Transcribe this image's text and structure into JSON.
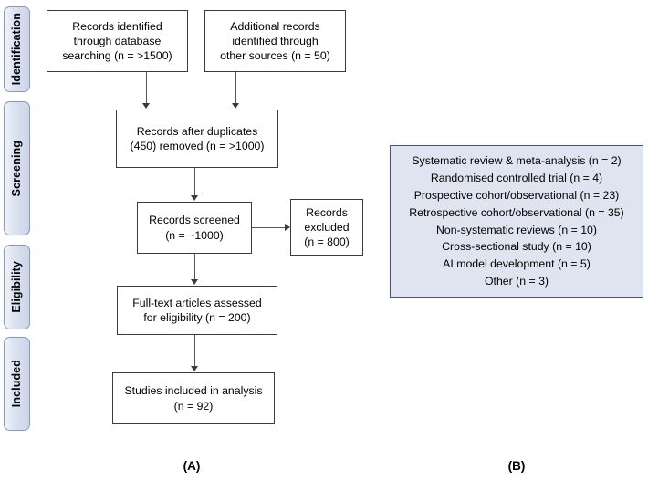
{
  "figure": {
    "type": "prisma-flow-diagram",
    "panels": [
      {
        "caption": "(A)"
      },
      {
        "caption": "(B)"
      }
    ]
  },
  "phases": [
    {
      "label": "Identification"
    },
    {
      "label": "Screening"
    },
    {
      "label": "Eligibility"
    },
    {
      "label": "Included"
    }
  ],
  "flow": {
    "identified_database": "Records identified\nthrough database\nsearching (n = >1500)",
    "identified_other": "Additional records\nidentified through\nother sources (n = 50)",
    "after_duplicates": "Records after duplicates\n(450) removed (n = >1000)",
    "screened": "Records screened\n(n = ~1000)",
    "excluded": "Records\nexcluded\n(n = 800)",
    "full_text_assessed": "Full-text articles assessed\nfor eligibility (n = 200)",
    "included": "Studies included in analysis\n(n = 92)"
  },
  "study_types": [
    "Systematic review & meta-analysis (n = 2)",
    "Randomised controlled trial (n = 4)",
    "Prospective cohort/observational (n = 23)",
    "Retrospective cohort/observational (n = 35)",
    "Non-systematic reviews (n = 10)",
    "Cross-sectional study (n = 10)",
    "AI model development (n = 5)",
    "Other (n = 3)"
  ],
  "colors": {
    "phase_fill": "#dde4f1",
    "phase_border": "#8d9ab5",
    "box_border": "#3b3b3b",
    "panel_b_fill": "#dfe4f0",
    "panel_b_border": "#41557f",
    "connector": "#555555",
    "text": "#000000",
    "background": "#ffffff"
  }
}
